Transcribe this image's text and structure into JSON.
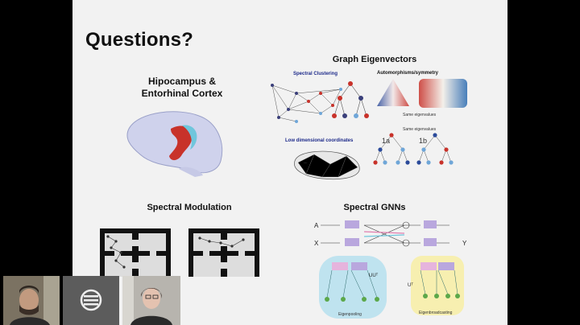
{
  "slide": {
    "title": "Questions?",
    "sections": {
      "hippocampus": {
        "line1": "Hipocampus &",
        "line2": "Entorhinal Cortex"
      },
      "eigenvectors": {
        "title": "Graph Eigenvectors",
        "spectral_clustering": "Spectral Clustering",
        "automorphisms": "Automorphisms/symmetry",
        "same_eigenvalues_1": "Same eigenvalues",
        "same_eigenvalues_2": "Same eigenvalues",
        "low_dim": "Low dimensional coordinates",
        "label_1a": "1a",
        "label_1b": "1b"
      },
      "modulation": {
        "title": "Spectral Modulation"
      },
      "gnns": {
        "title": "Spectral GNNs",
        "input_a": "A",
        "input_x": "X",
        "output_y": "Y",
        "eigenpooling": "Eigenpooling",
        "eigenbroadcasting": "Eigenbroadcasting",
        "uut": "UUᵀ",
        "ut": "Uᵀ"
      }
    }
  },
  "colors": {
    "slide_bg": "#f2f2f2",
    "accent_blue": "#1d2a8a",
    "red": "#c8322a",
    "cyan": "#6fc6dc",
    "yellow_panel": "#f7efb0",
    "cyan_panel": "#bfe3ef"
  },
  "icons": {
    "participant_placeholder": "broadcast-icon"
  }
}
